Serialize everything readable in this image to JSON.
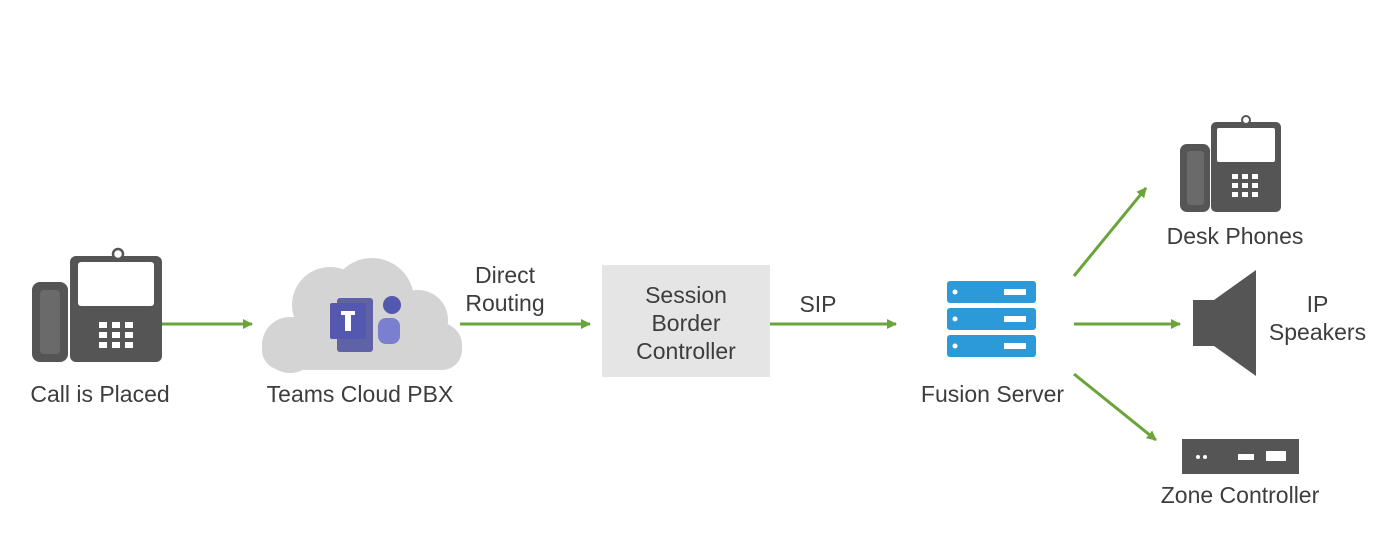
{
  "nodes": {
    "caller": {
      "label": "Call is Placed",
      "icon": "desk-phone-icon"
    },
    "teams": {
      "label": "Teams Cloud PBX",
      "icon": "teams-cloud-icon"
    },
    "sbc": {
      "line1": "Session",
      "line2": "Border",
      "line3": "Controller"
    },
    "fusion": {
      "label": "Fusion Server",
      "icon": "server-stack-icon"
    },
    "desk_phones": {
      "label": "Desk Phones",
      "icon": "desk-phone-icon"
    },
    "ip_speakers": {
      "line1": "IP",
      "line2": "Speakers",
      "icon": "speaker-icon"
    },
    "zone_controller": {
      "label": "Zone Controller",
      "icon": "zone-controller-icon"
    }
  },
  "edges": {
    "direct_routing": {
      "line1": "Direct",
      "line2": "Routing"
    },
    "sip": {
      "label": "SIP"
    }
  },
  "colors": {
    "arrow": "#6aa43a",
    "icon_dark": "#555555",
    "box": "#e5e5e5",
    "cloud": "#d4d4d4",
    "teams": "#5558af",
    "server": "#2c9ad8",
    "text": "#3d3d3d"
  }
}
